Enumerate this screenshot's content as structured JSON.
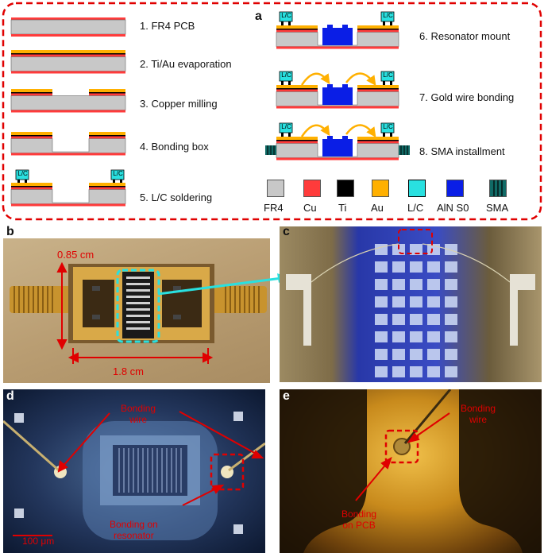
{
  "panel_a": {
    "letter": "a",
    "steps": [
      {
        "label": "1. FR4 PCB"
      },
      {
        "label": "2. Ti/Au evaporation"
      },
      {
        "label": "3. Copper milling"
      },
      {
        "label": "4. Bonding box"
      },
      {
        "label": "5. L/C  soldering"
      },
      {
        "label": "6. Resonator mount"
      },
      {
        "label": "7. Gold wire bonding"
      },
      {
        "label": "8. SMA installment"
      }
    ],
    "lc_tag": "L/C",
    "legend": [
      {
        "label": "FR4",
        "color": "#c8c8c8"
      },
      {
        "label": "Cu",
        "color": "#ff3b3b"
      },
      {
        "label": "Ti",
        "color": "#000000"
      },
      {
        "label": "Au",
        "color": "#ffb000"
      },
      {
        "label": "L/C",
        "color": "#29e0e0"
      },
      {
        "label": "AlN S0",
        "color": "#0a1ee6"
      },
      {
        "label": "SMA",
        "color": "#106a66"
      }
    ],
    "colors": {
      "fr4": "#c8c8c8",
      "cu": "#ff3b3b",
      "au": "#ffb000",
      "lc": "#29e0e0",
      "aln": "#0a1ee6",
      "sma": "#106a66",
      "border": "#e00000"
    }
  },
  "panel_b": {
    "letter": "b",
    "height_label": "0.85 cm",
    "width_label": "1.8 cm"
  },
  "panel_c": {
    "letter": "c"
  },
  "panel_d": {
    "letter": "d",
    "bonding_wire": "Bonding\nwire",
    "bonding_resonator": "Bonding on\nresonator",
    "scale": "100 μm"
  },
  "panel_e": {
    "letter": "e",
    "bonding_wire": "Bonding\nwire",
    "bonding_pcb": "Bonding\non PCB"
  }
}
